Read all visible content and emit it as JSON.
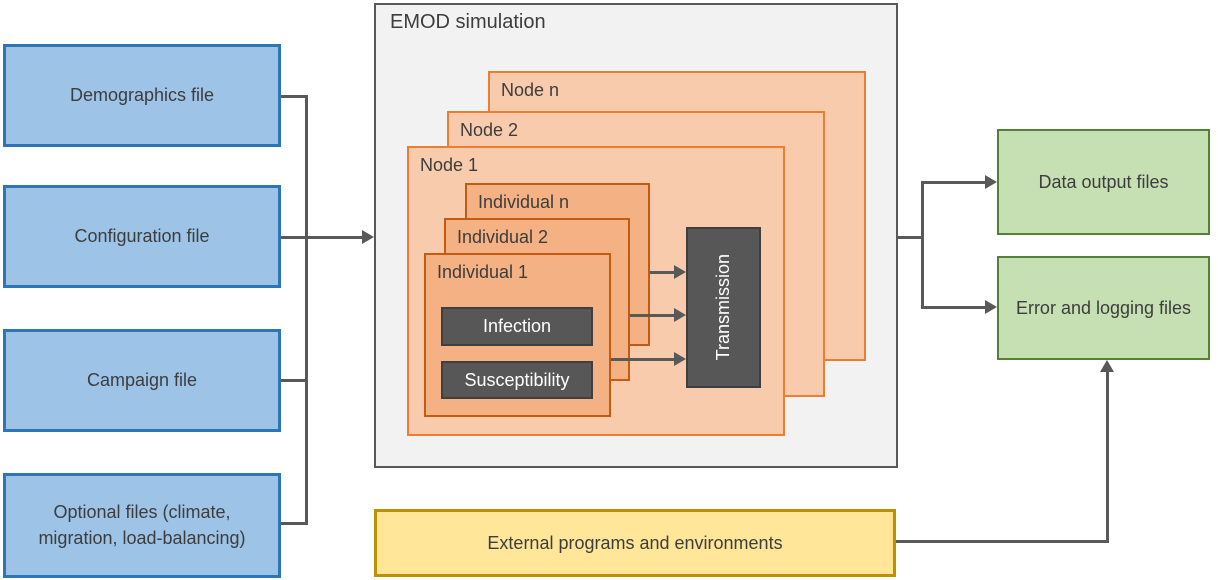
{
  "diagram": {
    "inputs": [
      {
        "label": "Demographics file"
      },
      {
        "label": "Configuration file"
      },
      {
        "label": "Campaign file"
      },
      {
        "label": "Optional files (climate, migration, load-balancing)"
      }
    ],
    "simulation": {
      "title": "EMOD simulation",
      "nodes": [
        {
          "label": "Node n"
        },
        {
          "label": "Node 2"
        },
        {
          "label": "Node 1"
        }
      ],
      "individuals": [
        {
          "label": "Individual n"
        },
        {
          "label": "Individual 2"
        },
        {
          "label": "Individual 1"
        }
      ],
      "components": [
        {
          "label": "Infection"
        },
        {
          "label": "Susceptibility"
        }
      ],
      "transmission_label": "Transmission"
    },
    "outputs": [
      {
        "label": "Data output files"
      },
      {
        "label": "Error and logging files"
      }
    ],
    "external": {
      "label": "External programs and environments"
    }
  },
  "colors": {
    "input_fill": "#9DC3E6",
    "input_border": "#2E75B5",
    "sim_fill": "#F2F2F2",
    "sim_border": "#595959",
    "node_fill": "#F8CBAD",
    "node_border": "#ED7D31",
    "individual_fill": "#F4B183",
    "individual_border": "#C55A11",
    "component_fill": "#575757",
    "component_border": "#3F3F3F",
    "output_fill": "#C6E0B4",
    "output_border": "#538135",
    "external_fill": "#FFE699",
    "external_border": "#BF9000",
    "connector": "#595959",
    "text_dark": "#3D3D3D",
    "text_light": "#FFFFFF"
  }
}
